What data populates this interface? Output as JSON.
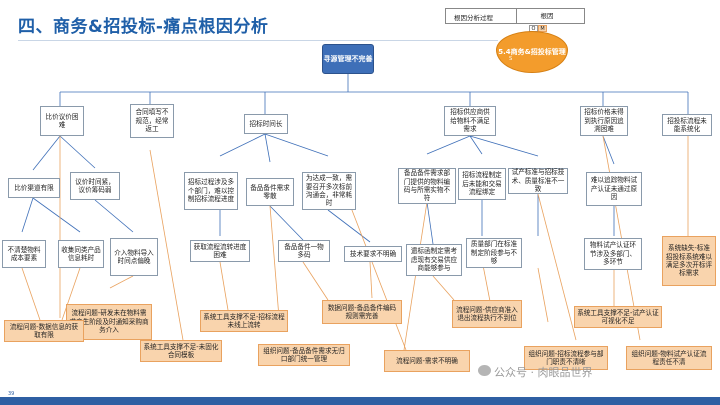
{
  "title": "四、商务&招投标-痛点根因分析",
  "legend": {
    "left_label": "根因分析过程",
    "right_label": "根因",
    "mini": [
      "O",
      "M"
    ]
  },
  "root": "寻源管理不完善",
  "process": {
    "label": "5.4商务&招投标管理",
    "sub": "S"
  },
  "level1": [
    "比价议价困难",
    "合同填写不规范，经常返工",
    "招标时间长",
    "招标供应商供给物料不满足需求",
    "招标价格未得到执行原因追溯困难",
    "招投标流程未能系统化"
  ],
  "level2": [
    "比价渠道有限",
    "议价时间紧，议价筹码弱",
    "招标过程涉及多个部门，难以控制招标流程进度",
    "备品备件需求零散",
    "为达成一致，需要召开多次标前沟通会，非常耗时",
    "备品备件需求部门提供的物料编码与所需实物不符",
    "招标流程制定后未能和交易流程绑定",
    "试产标准与招标技术、质量标准不一致",
    "难以追踪物料试产认证未通过原因"
  ],
  "level3": [
    "不清楚物料成本要素",
    "收集同类产品信息耗时",
    "介入物料导入时间点偏晚",
    "获取流程流转进度困难",
    "备品备件一物多码",
    "技术要求不明确",
    "遗标函制定需考虑现有交易供应商能够参与",
    "质量部门在标准制定阶段参与不够",
    "物料试产认证环节涉及多部门、多环节"
  ],
  "roots": [
    "流程问题-研发未在物料需求产生阶段及时通知采购商务介入",
    "流程问题-数据信息的获取有限",
    "系统工具支撑不足-未固化合同模板",
    "系统工具支撑不足-招标流程未线上流转",
    "组织问题-备品备件需求无归口部门统一管理",
    "数据问题-备品备件编码规则需完善",
    "流程问题-需求不明确",
    "流程问题-供应商准入退出流程执行不到位",
    "组织问题-招标流程参与部门职责不清晰",
    "系统工具支撑不足-试产认证可视化不足",
    "组织问题-物料试产认证流程责任不清",
    "系统缺失-标准招投标系统难以满足多次开标评标需求"
  ],
  "watermark": "公众号 · 肉眼品世界",
  "page_number": "39",
  "colors": {
    "title": "#1f5fa8",
    "root_box": "#3e6fb8",
    "root_cause_fill": "#f9d4ad",
    "root_cause_border": "#e9a25f",
    "process": "#f39c2c",
    "connector_blue": "#3e6fb8",
    "connector_orange": "#e9a25f"
  }
}
